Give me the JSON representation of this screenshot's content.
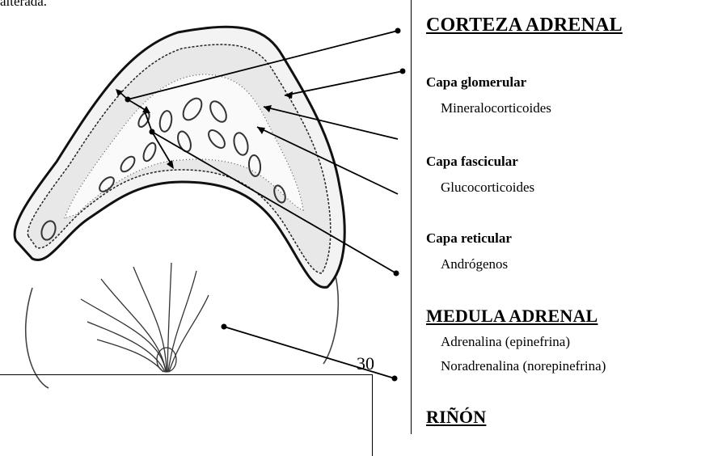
{
  "top_fragment": "alterada.",
  "page_number": "30",
  "legend": {
    "cortex_title": "CORTEZA ADRENAL",
    "zones": [
      {
        "name": "Capa glomerular",
        "hormones": [
          "Mineralocorticoides"
        ]
      },
      {
        "name": "Capa fascicular",
        "hormones": [
          "Glucocorticoides"
        ]
      },
      {
        "name": "Capa reticular",
        "hormones": [
          "Andrógenos"
        ]
      }
    ],
    "medulla_title": "MEDULA ADRENAL",
    "medulla_hormones": [
      "Adrenalina (epinefrina)",
      "Noradrenalina (norepinefrina)"
    ],
    "kidney_title": "RIÑÓN"
  }
}
